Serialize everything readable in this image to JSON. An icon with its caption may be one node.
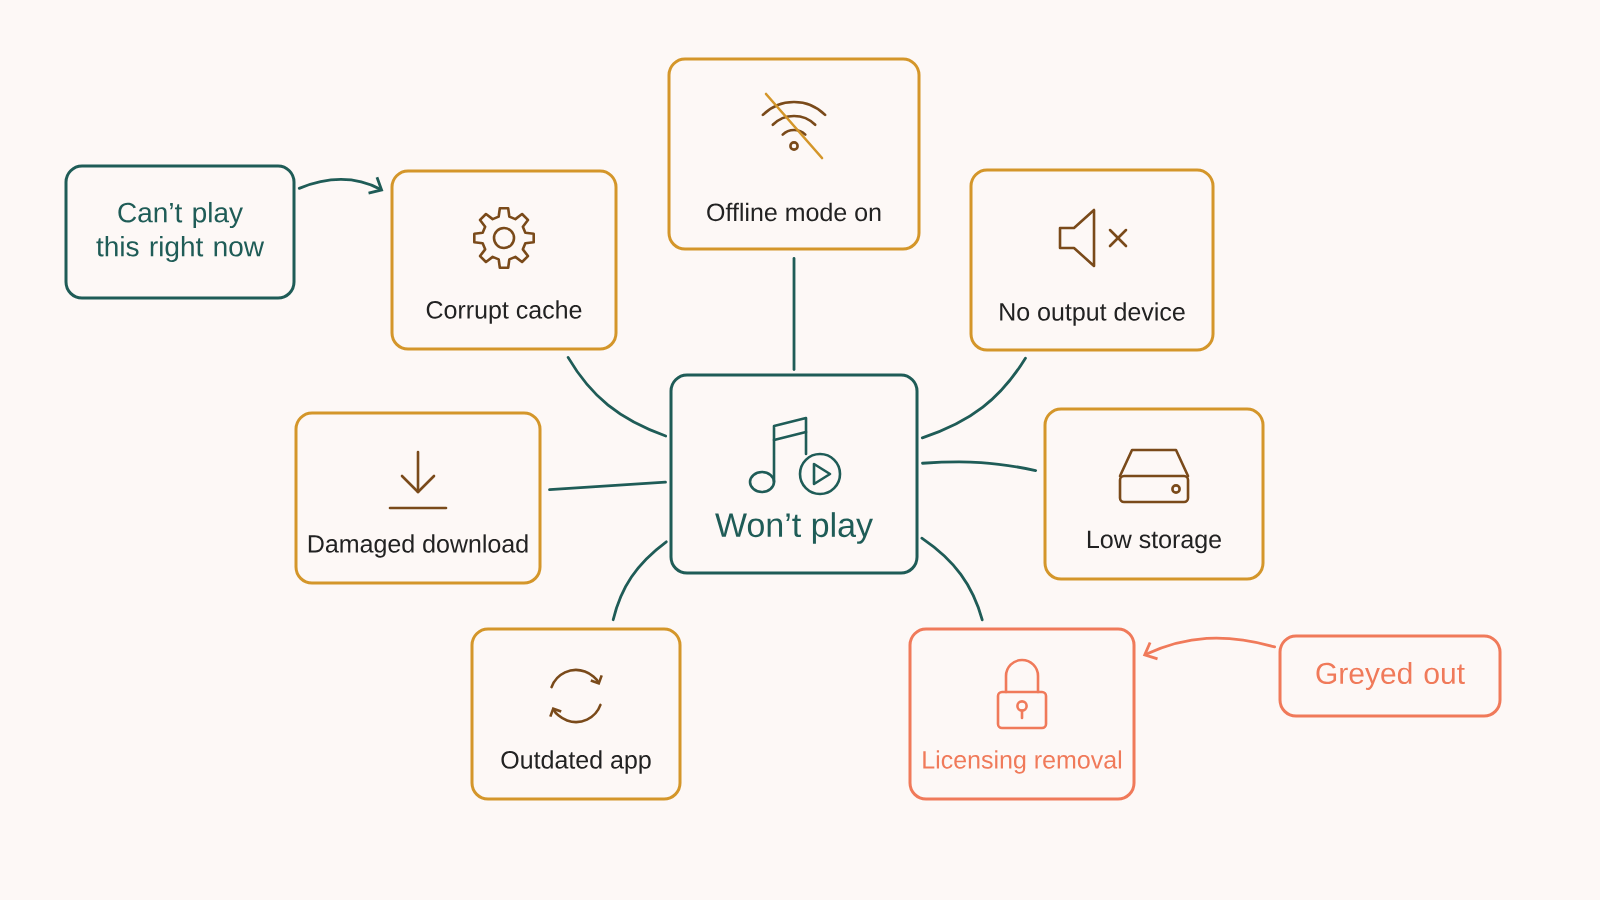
{
  "diagram": {
    "nodes": [
      {
        "text": [
          "Won’t play"
        ]
      },
      {
        "text": [
          "Corrupt cache"
        ]
      },
      {
        "text": [
          "Offline mode on"
        ]
      },
      {
        "text": [
          "No output device"
        ]
      },
      {
        "text": [
          "Damaged download"
        ]
      },
      {
        "text": [
          "Low storage"
        ]
      },
      {
        "text": [
          "Outdated app"
        ]
      },
      {
        "text": [
          "Licensing removal"
        ]
      },
      {
        "text": [
          "Can’t play this right now"
        ]
      },
      {
        "text": [
          "Greyed out"
        ]
      }
    ],
    "edges": [
      {
        "from": 0,
        "to": 1,
        "arrow": "none"
      },
      {
        "from": 0,
        "to": 2,
        "arrow": "none"
      },
      {
        "from": 0,
        "to": 3,
        "arrow": "none"
      },
      {
        "from": 0,
        "to": 4,
        "arrow": "none"
      },
      {
        "from": 0,
        "to": 5,
        "arrow": "none"
      },
      {
        "from": 0,
        "to": 6,
        "arrow": "none"
      },
      {
        "from": 0,
        "to": 7,
        "arrow": "none"
      },
      {
        "from": 8,
        "to": 1,
        "arrow": "to"
      },
      {
        "from": 9,
        "to": 7,
        "arrow": "to",
        "color": "#f07a5a"
      }
    ]
  }
}
